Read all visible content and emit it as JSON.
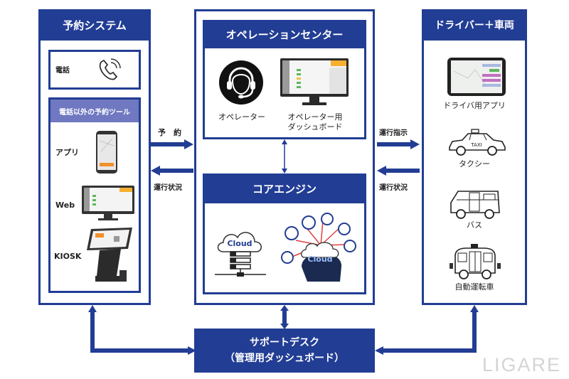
{
  "colors": {
    "primary": "#223d94",
    "sub_header": "#6f78c0",
    "watermark": "#cccccc"
  },
  "reservation_system": {
    "title": "予約システム",
    "phone": {
      "label": "電話",
      "icon": "phone-icon"
    },
    "other_tools": {
      "title": "電話以外の予約ツール",
      "items": [
        {
          "label": "アプリ",
          "icon": "smartphone-icon"
        },
        {
          "label": "Web",
          "icon": "desktop-monitor-icon"
        },
        {
          "label": "KIOSK",
          "icon": "kiosk-terminal-icon"
        }
      ]
    }
  },
  "operation_center": {
    "title": "オペレーションセンター",
    "items": [
      {
        "label": "オペレーター",
        "icon": "headset-operator-icon"
      },
      {
        "label_line1": "オペレーター用",
        "label_line2": "ダッシュボード",
        "icon": "dashboard-monitor-icon"
      }
    ]
  },
  "core_engine": {
    "title": "コアエンジン",
    "items": [
      {
        "icon": "cloud-server-icon",
        "text": "Cloud"
      },
      {
        "icon": "cloud-ai-head-icon",
        "text": "Cloud"
      }
    ]
  },
  "driver_vehicle": {
    "title": "ドライバー＋車両",
    "items": [
      {
        "label": "ドライバ用アプリ",
        "icon": "tablet-map-icon"
      },
      {
        "label": "タクシー",
        "icon": "taxi-icon",
        "sign": "TAXI"
      },
      {
        "label": "バス",
        "icon": "bus-icon"
      },
      {
        "label": "自動運転車",
        "icon": "autonomous-shuttle-icon"
      }
    ]
  },
  "support_desk": {
    "line1": "サポートデスク",
    "line2": "（管理用ダッシュボード）"
  },
  "arrows": {
    "left_top": "予　約",
    "left_bottom": "運行状況",
    "right_top": "運行指示",
    "right_bottom": "運行状況"
  },
  "watermark": "LIGARE"
}
